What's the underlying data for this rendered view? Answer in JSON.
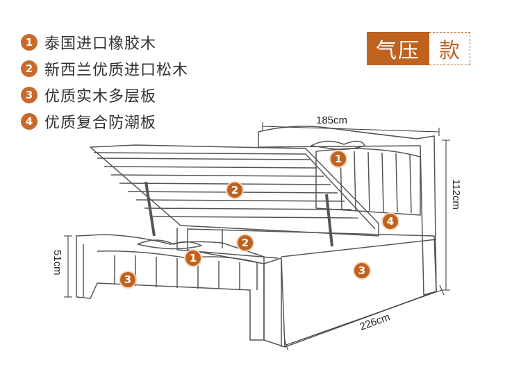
{
  "legend": [
    {
      "num": "1",
      "text": "泰国进口橡胶木"
    },
    {
      "num": "2",
      "text": "新西兰优质进口松木"
    },
    {
      "num": "3",
      "text": "优质实木多层板"
    },
    {
      "num": "4",
      "text": "优质复合防潮板"
    }
  ],
  "tag": {
    "main": "气压",
    "sub": "款"
  },
  "dims": {
    "width": "185cm",
    "height": "112cm",
    "length": "226cm",
    "foot_height": "51cm"
  },
  "markers": [
    "1",
    "2",
    "4",
    "2",
    "1",
    "3",
    "3"
  ],
  "colors": {
    "accent": "#c0621f",
    "marker": "#c96a2a",
    "line": "#555555"
  }
}
